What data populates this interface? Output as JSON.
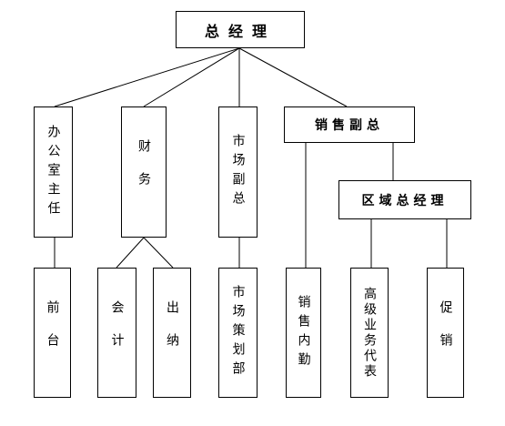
{
  "org_chart": {
    "ceo": "总经理",
    "office_director": "办公室主任",
    "finance": "财务",
    "marketing_vp": "市场副总",
    "sales_vp": "销售副总",
    "regional_gm": "区域总经理",
    "front_desk": "前台",
    "accounting": "会计",
    "cashier": "出纳",
    "planning_dept": "市场策划部",
    "sales_internal": "销售内勤",
    "senior_rep": "高级业务代表",
    "promotion": "促销"
  }
}
